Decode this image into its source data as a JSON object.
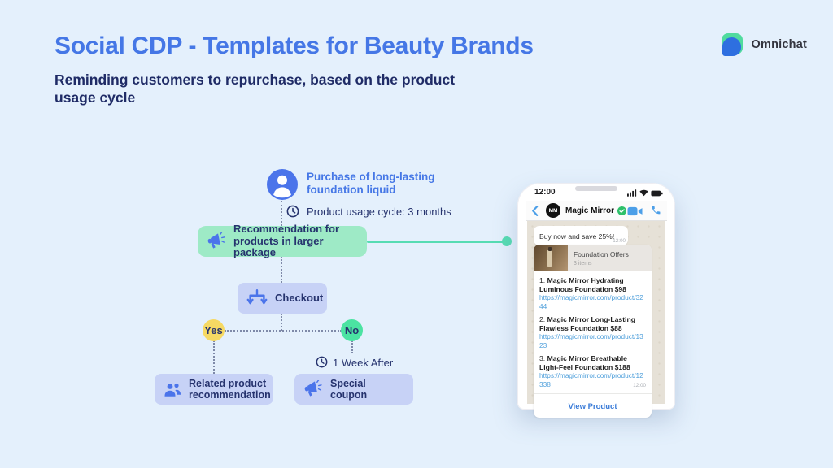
{
  "slide": {
    "title": "Social CDP - Templates for Beauty Brands",
    "subtitle_line1": "Reminding customers to repurchase, based on the product",
    "subtitle_line2": "usage cycle"
  },
  "brand": {
    "name": "Omnichat"
  },
  "flow": {
    "purchase_label": "Purchase of long-lasting foundation liquid",
    "usage_cycle_label": "Product usage cycle: 3 months",
    "recommendation_label": "Recommendation for products in larger package",
    "checkout_label": "Checkout",
    "yes_label": "Yes",
    "no_label": "No",
    "week_after_label": "1 Week After",
    "related_label": "Related product recommendation",
    "coupon_label": "Special coupon"
  },
  "phone": {
    "status_time": "12:00",
    "contact_name": "Magic Mirror",
    "avatar_initials": "MM",
    "bubble": {
      "text": "Buy now and save 25%!",
      "time": "12:00"
    },
    "card": {
      "header_title": "Foundation Offers",
      "header_sub": "3 items",
      "items": [
        {
          "num": "1.",
          "name": "Magic Mirror Hydrating Luminous Foundation $98",
          "link": "https://magicmirror.com/product/3244"
        },
        {
          "num": "2.",
          "name": "Magic Mirror Long-Lasting Flawless Foundation $88",
          "link": "https://magicmirror.com/product/1323"
        },
        {
          "num": "3.",
          "name": "Magic Mirror Breathable Light-Feel Foundation $188",
          "link": "https://magicmirror.com/product/12338"
        }
      ],
      "time": "12:00",
      "action_label": "View Product"
    }
  },
  "colors": {
    "background": "#E4F0FC",
    "title_blue": "#4577E6",
    "navy": "#26336E",
    "mint_node": "#9EEAC6",
    "lavender_node": "#C7D2F6",
    "teal_connector": "#57DCB3",
    "yes_yellow": "#F6D963",
    "no_green": "#4BE3A2",
    "link_blue": "#4E9FDB"
  }
}
